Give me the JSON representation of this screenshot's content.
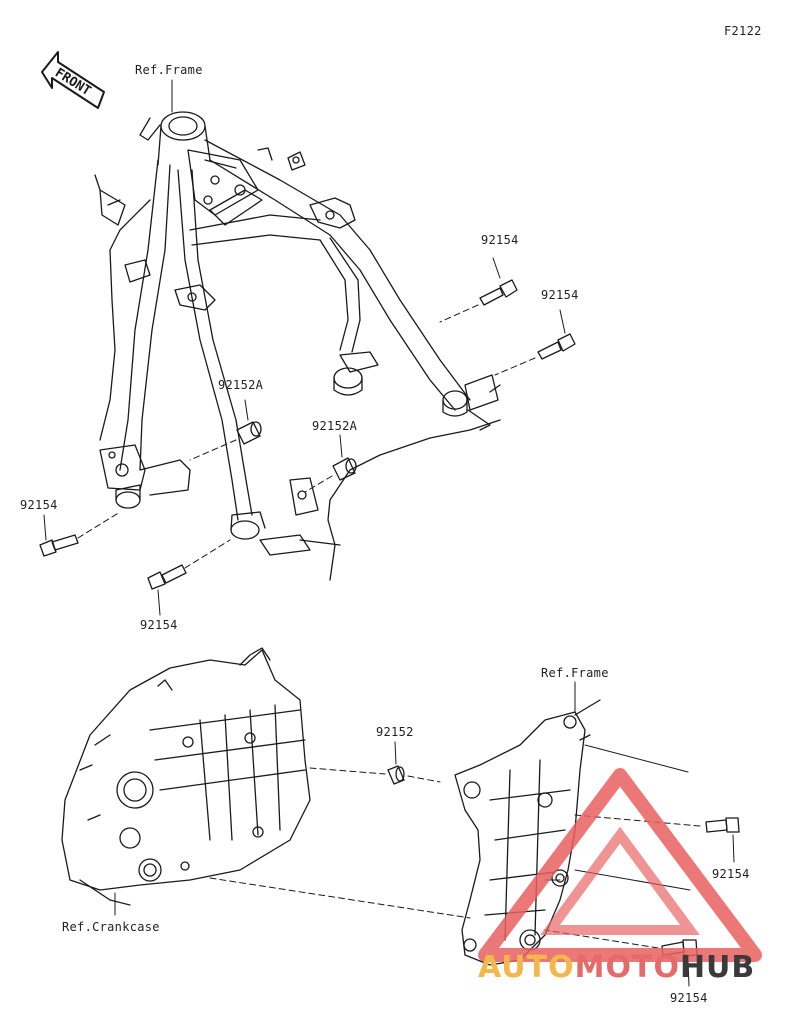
{
  "diagram_code": "F2122",
  "front_arrow_label": "FRONT",
  "labels": {
    "ref_frame_top": "Ref.Frame",
    "ref_frame_bottom": "Ref.Frame",
    "ref_crankcase": "Ref.Crankcase",
    "part_92154_a": "92154",
    "part_92154_b": "92154",
    "part_92154_c": "92154",
    "part_92154_d": "92154",
    "part_92154_e": "92154",
    "part_92154_f": "92154",
    "part_92152a_a": "92152A",
    "part_92152a_b": "92152A",
    "part_92152": "92152"
  },
  "watermark": {
    "part1": "AUTO",
    "part2": "MOTO",
    "part3": "HUB"
  },
  "colors": {
    "line": "#1a1a1a",
    "logo_red": "#e86060",
    "logo_gold": "#f2b84b",
    "logo_dark": "#3a3a3a"
  }
}
